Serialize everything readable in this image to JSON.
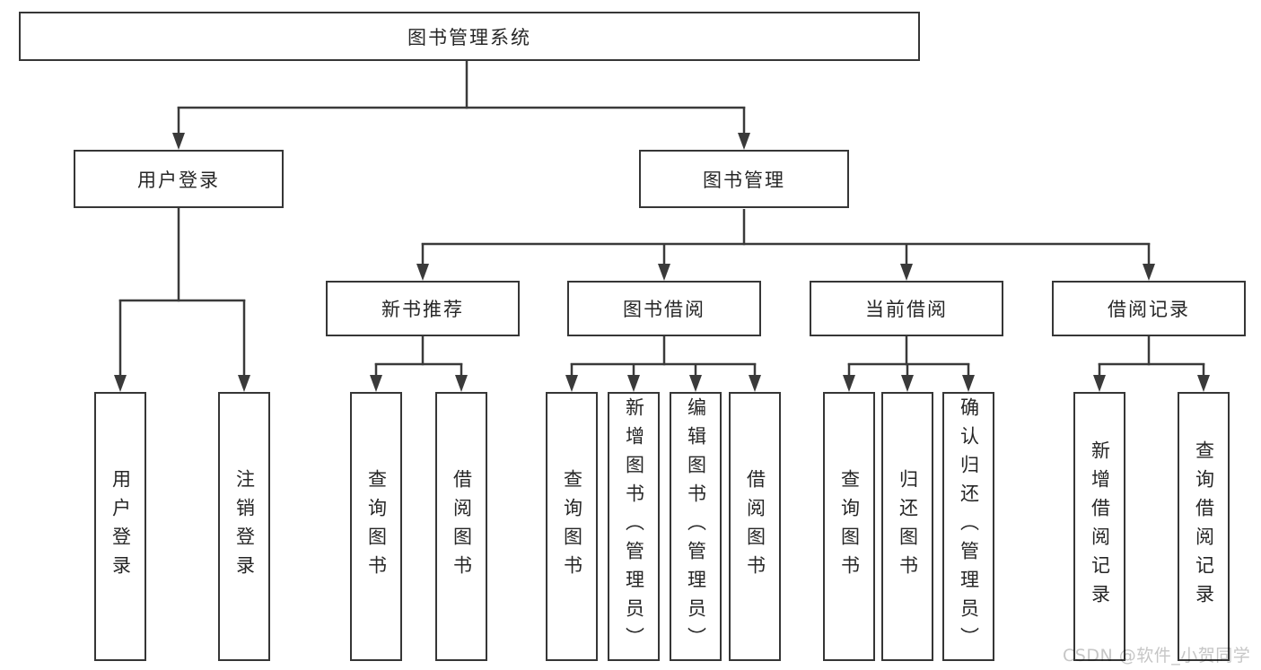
{
  "colors": {
    "background": "#ffffff",
    "line": "#3a3a3a",
    "box_border": "#363636",
    "text": "#262626",
    "watermark": "#c6c6c6"
  },
  "tree": {
    "root": {
      "label": "图书管理系统",
      "children": [
        {
          "label": "用户登录",
          "children": [
            {
              "label": "用户登录"
            },
            {
              "label": "注销登录"
            }
          ]
        },
        {
          "label": "图书管理",
          "children": [
            {
              "label": "新书推荐",
              "children": [
                {
                  "label": "查询图书"
                },
                {
                  "label": "借阅图书"
                }
              ]
            },
            {
              "label": "图书借阅",
              "children": [
                {
                  "label": "查询图书"
                },
                {
                  "label": "新增图书（管理员）"
                },
                {
                  "label": "编辑图书（管理员）"
                },
                {
                  "label": "借阅图书"
                }
              ]
            },
            {
              "label": "当前借阅",
              "children": [
                {
                  "label": "查询图书"
                },
                {
                  "label": "归还图书"
                },
                {
                  "label": "确认归还（管理员）"
                }
              ]
            },
            {
              "label": "借阅记录",
              "children": [
                {
                  "label": "新增借阅记录"
                },
                {
                  "label": "查询借阅记录"
                }
              ]
            }
          ]
        }
      ]
    }
  },
  "watermark": {
    "text": "CSDN @软件_小贺同学"
  }
}
